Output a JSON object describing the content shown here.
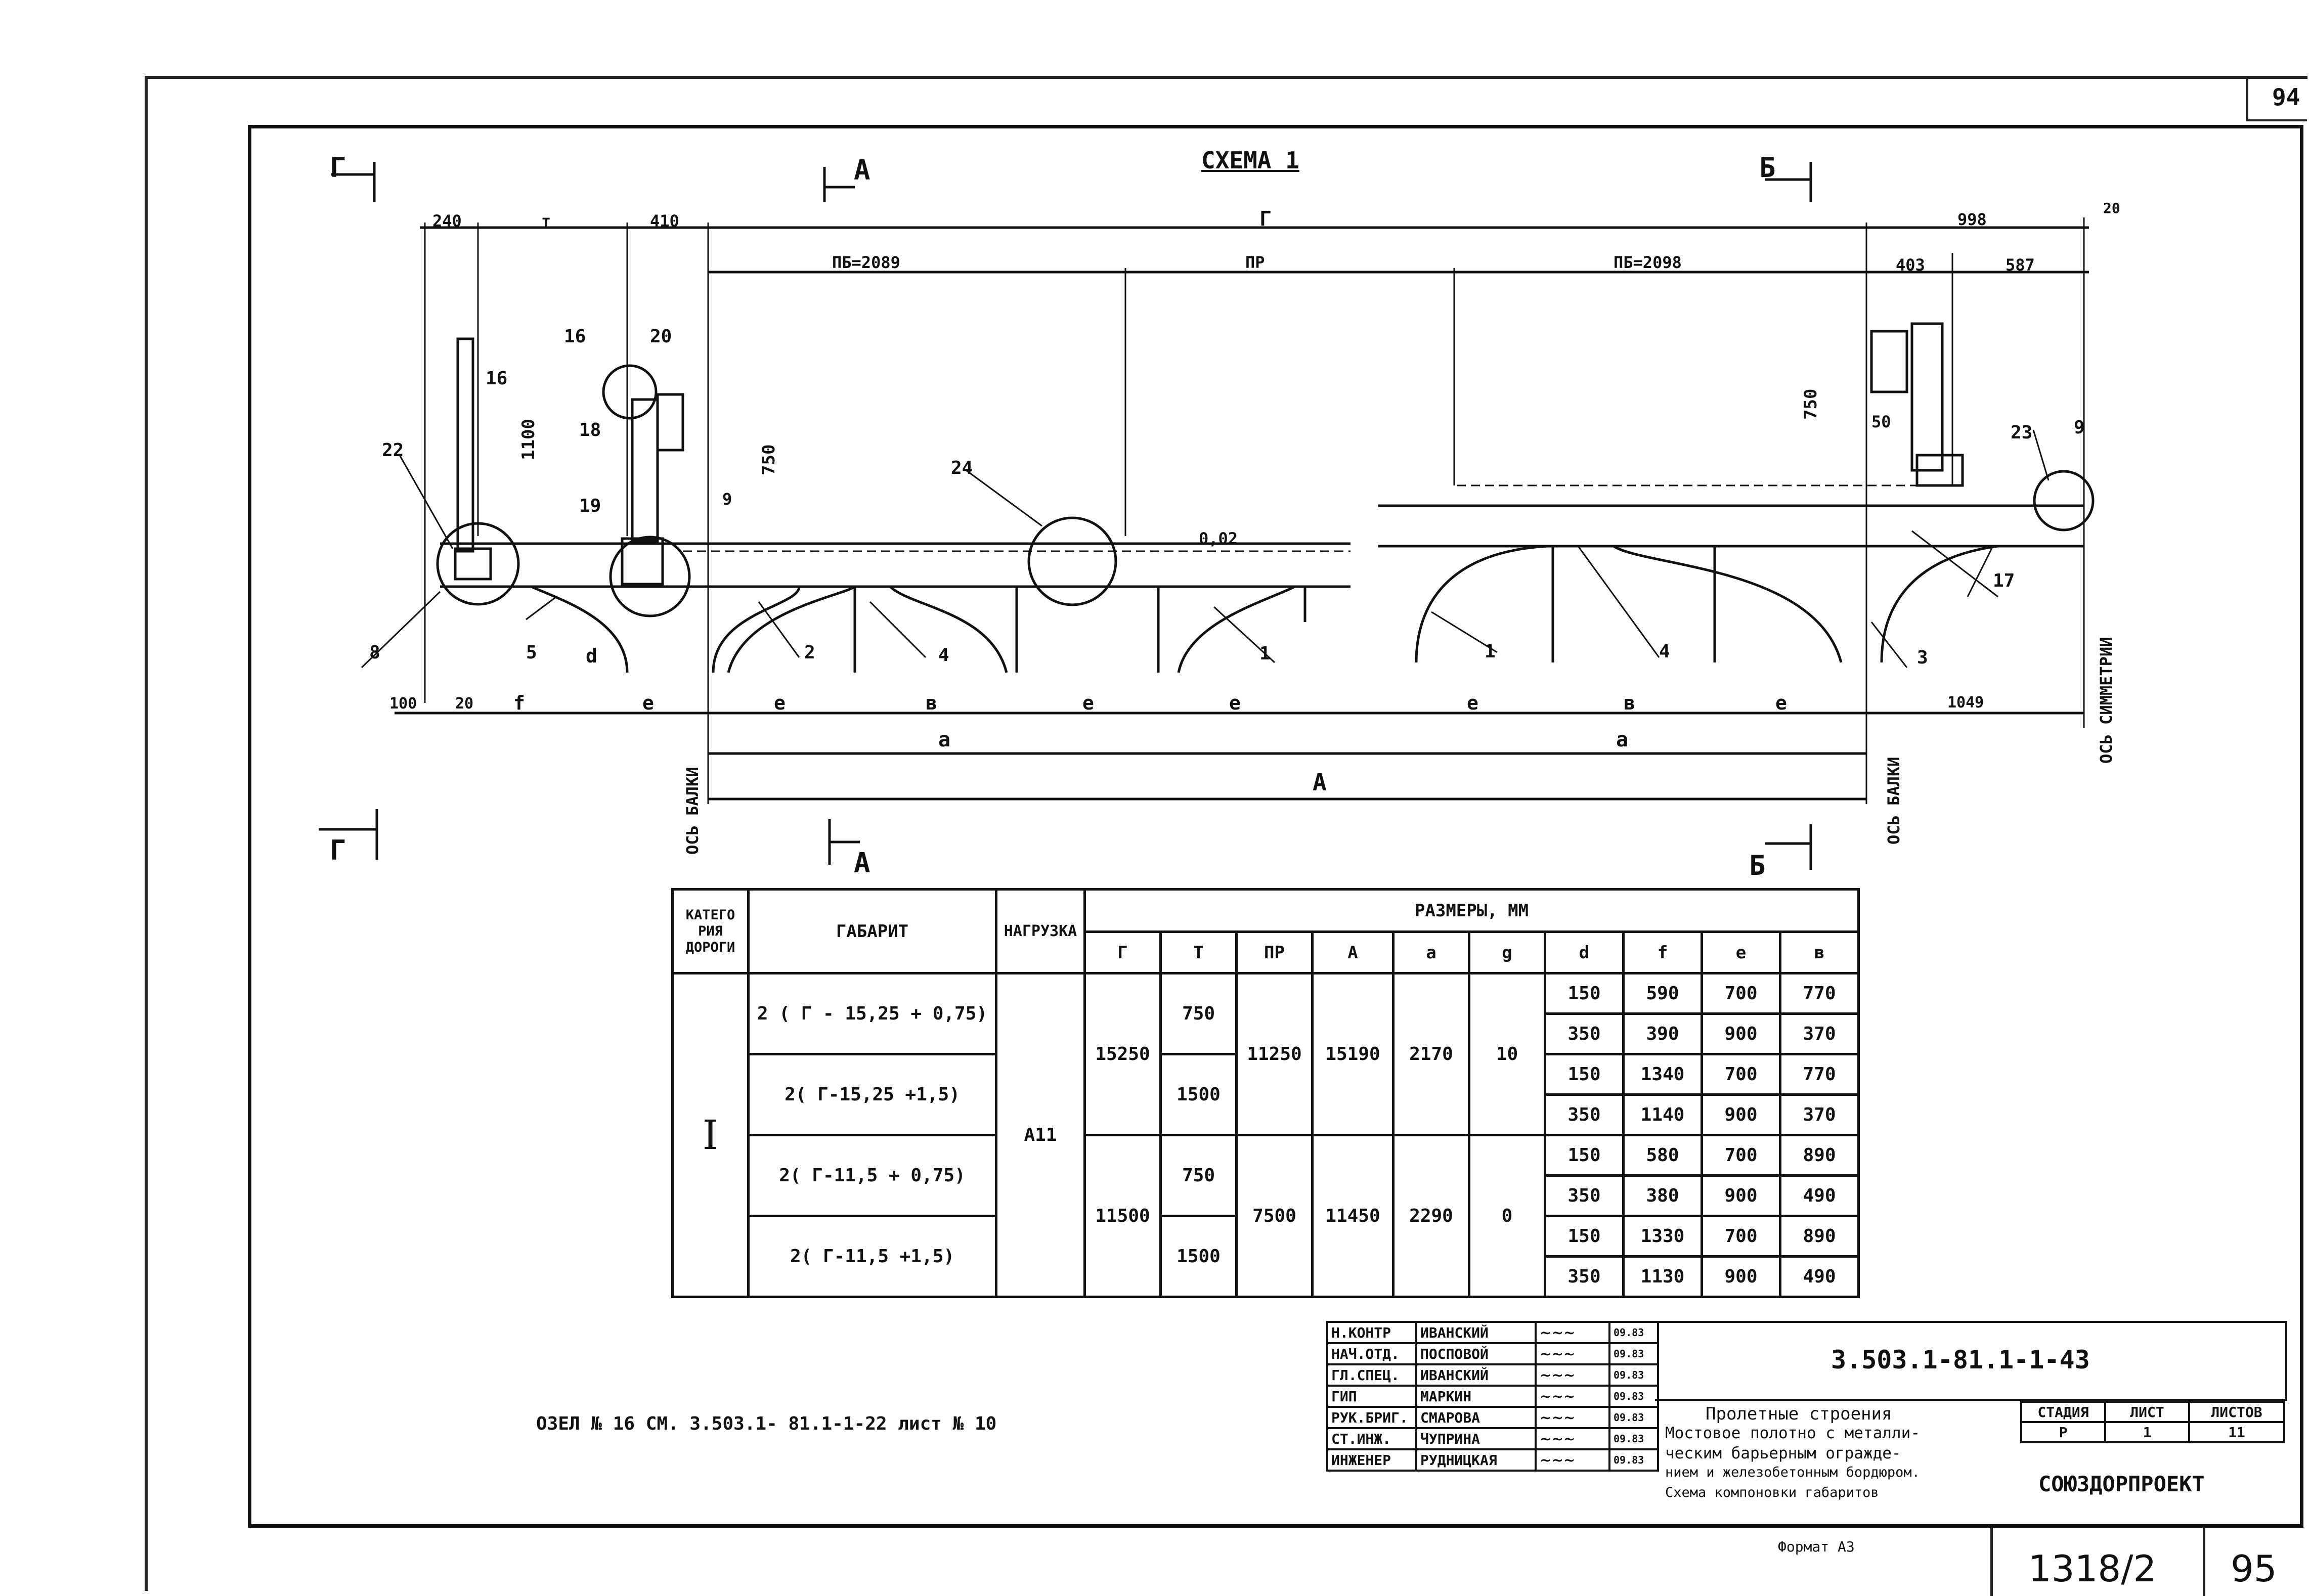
{
  "sheet": {
    "corner_number": "94",
    "format_label": "Формат А3",
    "archive_number": "1318/2",
    "page_number": "95"
  },
  "drawing": {
    "title": "СХЕМА 1",
    "section_marks": {
      "G_left_top": "Г",
      "G_left_bottom": "Г",
      "A_top": "А",
      "A_bottom": "А",
      "B_top": "Б",
      "B_bottom": "Б"
    },
    "top_dims": [
      "240",
      "т",
      "410",
      "Г",
      "998",
      "20"
    ],
    "second_dims": [
      "ПБ=2089",
      "ПР",
      "ПБ=2098",
      "403",
      "587"
    ],
    "vertical_dims": [
      "1100",
      "750",
      "750",
      "50"
    ],
    "callouts": [
      "22",
      "16",
      "16",
      "20",
      "18",
      "19",
      "8",
      "9",
      "24",
      "23",
      "9",
      "17",
      "5",
      "2",
      "4",
      "1",
      "1",
      "4",
      "3"
    ],
    "slope": "0,02",
    "bottom_dims": [
      "100",
      "20",
      "f",
      "d",
      "e",
      "e",
      "в",
      "e",
      "e",
      "e",
      "в",
      "e",
      "1049"
    ],
    "overall_dims": [
      "a",
      "a",
      "A"
    ],
    "axis_labels": [
      "ОСЬ БАЛКИ",
      "ОСЬ БАЛКИ",
      "ОСЬ СИММЕТРИИ"
    ],
    "node_note": "ОЗЕЛ № 16 СМ.    3.503.1- 81.1-1-22  лист № 10"
  },
  "table": {
    "headers": {
      "category": "КАТЕГОРИЯ ДОРОГИ",
      "category_lines": [
        "КАТЕГО",
        "РИЯ",
        "ДОРОГИ"
      ],
      "gabarit": "ГАБАРИТ",
      "load": "НАГРУЗКА",
      "sizes": "РАЗМЕРЫ, ММ",
      "cols": [
        "Г",
        "Т",
        "ПР",
        "А",
        "а",
        "g",
        "d",
        "f",
        "е",
        "в"
      ]
    },
    "category_value": "I",
    "load_value": "А11",
    "gabarits": [
      "2 ( Г - 15,25 + 0,75)",
      "2( Г-15,25 +1,5)",
      "2( Г-11,5 + 0,75)",
      "2( Г-11,5 +1,5)"
    ],
    "G_values": [
      "15250",
      "11500"
    ],
    "T_values": [
      "750",
      "1500",
      "750",
      "1500"
    ],
    "PR_values": [
      "11250",
      "7500"
    ],
    "A_values": [
      "15190",
      "11450"
    ],
    "a_values": [
      "2170",
      "2290"
    ],
    "g_values": [
      "10",
      "0"
    ],
    "rows": [
      [
        "150",
        "590",
        "700",
        "770"
      ],
      [
        "350",
        "390",
        "900",
        "370"
      ],
      [
        "150",
        "1340",
        "700",
        "770"
      ],
      [
        "350",
        "1140",
        "900",
        "370"
      ],
      [
        "150",
        "580",
        "700",
        "890"
      ],
      [
        "350",
        "380",
        "900",
        "490"
      ],
      [
        "150",
        "1330",
        "700",
        "890"
      ],
      [
        "350",
        "1130",
        "900",
        "490"
      ]
    ]
  },
  "title_block": {
    "roles": [
      "Н.КОНТР",
      "НАЧ.ОТД.",
      "ГЛ.СПЕЦ.",
      "ГИП",
      "РУК.БРИГ.",
      "СТ.ИНЖ.",
      "ИНЖЕНЕР"
    ],
    "names": [
      "ИВАНСКИЙ",
      "ПОСПОВОЙ",
      "ИВАНСКИЙ",
      "МАРКИН",
      "СМАРОВА",
      "ЧУПРИНА",
      "РУДНИЦКАЯ"
    ],
    "dates": [
      "09.83",
      "09.83",
      "09.83",
      "09.83",
      "09.83",
      "09.83",
      "09.83"
    ],
    "code": "3.503.1-81.1-1-43",
    "description": [
      "Пролетные строения",
      "Мостовое полотно с металли-",
      "ческим барьерным огражде-",
      "нием и железобетонным бордюром.",
      "Схема компоновки габаритов"
    ],
    "stage_header": "СТАДИЯ",
    "sheet_header": "ЛИСТ",
    "sheets_header": "ЛИСТОВ",
    "stage_value": "Р",
    "sheet_value": "1",
    "sheets_value": "11",
    "organization": "СОЮЗДОРПРОЕКТ"
  }
}
